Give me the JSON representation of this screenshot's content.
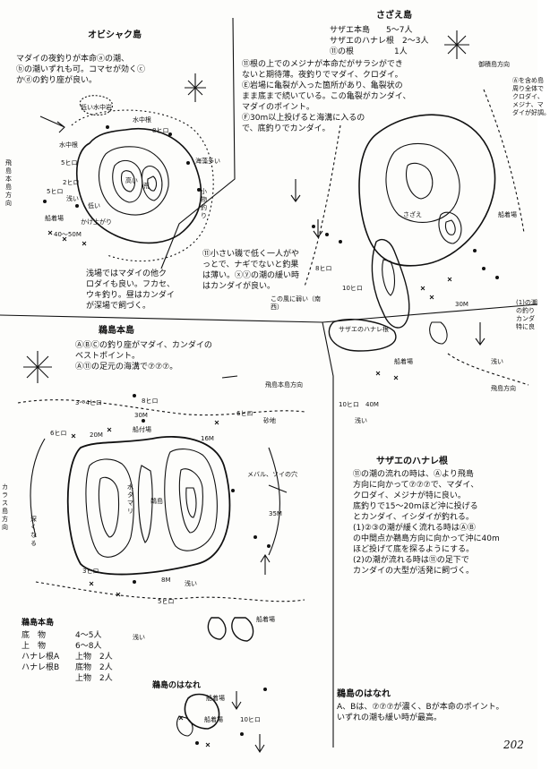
{
  "page_number": "202",
  "obishaku": {
    "title": "オビシャク島",
    "note": [
      "マダイの夜釣りが本命ⓐの潮、",
      "ⓑの潮いずれも可。コマセが効くⓒ",
      "かⓓの釣り座が良い。"
    ],
    "note2": [
      "浅場ではマダイの他ク",
      "ロダイも良い。フカセ、",
      "ウキ釣り。昼はカンダイ",
      "が深場で飼づく。"
    ],
    "labels": [
      "飛島本島方向",
      "低い水中岩",
      "水中根",
      "水中根",
      "8ヒロ",
      "5ヒロ",
      "2ヒロ",
      "浅い",
      "5ヒロ",
      "かけ上がり",
      "40〜50M",
      "海藻多い",
      "小物釣り",
      "船着場",
      "低い",
      "高い",
      "荒"
    ]
  },
  "sazae": {
    "title": "さざえ島",
    "capacity": [
      "サザエ本島　　5〜7人",
      "サザエのハナレ根　2〜3人",
      "⑪の根　　　　　1人"
    ],
    "note": [
      "⑪根の上でのメジナが本命だがサラシができ",
      "ないと期待薄。夜釣りでマダイ、クロダイ。",
      "Ⓔ岩場に亀裂が入った箇所があり、亀裂状の",
      "まま底まで続いている。この亀裂がカンダイ、",
      "マダイのポイント。",
      "Ⓕ30m以上投げると海溝に入るので、底釣りでカンダイ。"
    ],
    "note2": [
      "⑪小さい磯で低く一人がや",
      "っとで、ナギでないと釣果",
      "は薄い。ⓧⓨの潮の緩い時",
      "はカンダイが良い。"
    ],
    "labels": [
      "御積島方向",
      "飛島方向",
      "船着場",
      "船着場",
      "8ヒロ",
      "10ヒロ",
      "30M",
      "10ヒロ",
      "40M",
      "浅い",
      "浅い",
      "サザエのハナレ根",
      "さざえ",
      "この風に弱い（南西）"
    ],
    "right_edge": [
      "Ⓐを含め島",
      "周り全体で",
      "クロダイ、",
      "メジナ、マ",
      "ダイが好調。"
    ],
    "right_edge2": [
      "(1)の潮",
      "の釣り",
      "カンダ",
      "特に良"
    ]
  },
  "kamome": {
    "title": "鵜島本島",
    "note": [
      "ⒶⒷⒸの釣り座がマダイ、カンダイの",
      "ベストポイント。",
      "Ⓐ⑪の足元の海溝で⑦⑦⑦。"
    ],
    "labels": [
      "飛島本島方向",
      "カラス島方向",
      "3〜4ヒロ",
      "8ヒロ",
      "30M",
      "6ヒロ",
      "砂地",
      "6ヒロ",
      "20M",
      "船付場",
      "16M",
      "メバル、ソイの穴",
      "水タマリ",
      "鵜島",
      "深くなる",
      "3ヒロ",
      "8M",
      "浅い",
      "5ヒロ",
      "船着場",
      "浅い",
      "35M"
    ],
    "capacity_title": "鵜島本島",
    "capacity": [
      {
        "k": "底　物",
        "v": "4〜5人"
      },
      {
        "k": "上　物",
        "v": "6〜8人"
      },
      {
        "k": "ハナレ根A",
        "v": "上物　2人"
      },
      {
        "k": "ハナレ根B",
        "v": "底物　2人"
      },
      {
        "k": "",
        "v": "上物　2人"
      }
    ]
  },
  "sazae_hanare": {
    "title": "サザエのハナレ根",
    "note": [
      "⑪の潮の流れの時は、Ⓐより飛島",
      "方向に向かって⑦⑦⑦で、マダイ、",
      "クロダイ、メジナが特に良い。",
      "底釣りで15〜20mほど沖に投げる",
      "とカンダイ、イシダイが釣れる。",
      "(1)②③の潮が緩く流れる時はⒶⒷ",
      "の中間点か鵜島方向に向かって沖に40m",
      "ほど投げて底を探るようにする。",
      "(2)の潮が流れる時は⑪の足下で",
      "カンダイの大型が活発に飼づく。"
    ]
  },
  "kamome_hanare": {
    "title": "鵜島のはなれ",
    "note": [
      "A、Bは、⑦⑦⑦が濃く、Bが本命のポイント。",
      "いずれの潮も緩い時が最高。"
    ],
    "labels": [
      "鵜島のはなれ",
      "船着場",
      "10ヒロ",
      "船着場"
    ]
  }
}
